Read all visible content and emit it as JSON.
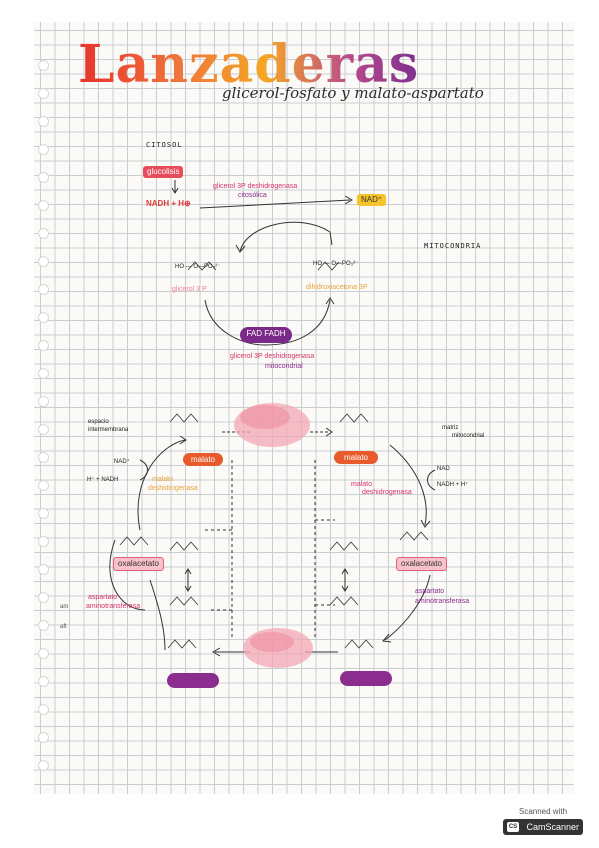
{
  "title": "Lanzaderas",
  "subtitle": "glicerol-fosfato y malato-aspartato",
  "glycerol_shuttle": {
    "cytosol_label": "CITOSOL",
    "glycolysis_label": "glucolisis",
    "nadh_label": "NADH + H⊕",
    "nad_label": "NAD⁺",
    "enzyme_top_line1": "glicerol 3P deshidrogenasa",
    "enzyme_top_line2": "citosólica",
    "mitochondria_label": "MITOCONDRIA",
    "left_molecule": "HO — O—PO₃²⁻",
    "right_molecule": "HO — O—PO₃²⁻",
    "glycerol3p_label": "glicerol 3 P",
    "dhap_label": "dihidroxiacetona 3P",
    "fad_label": "FAD FADH",
    "enzyme_bottom_line1": "glicerol 3P deshidrogenasa",
    "enzyme_bottom_line2": "mitocondrial"
  },
  "malate_aspartate_shuttle": {
    "intermembrane_line1": "espacio",
    "intermembrane_line2": "intermembrana",
    "matrix_line1": "matriz",
    "matrix_line2": "mitocondrial",
    "malate_left": "malato",
    "malate_right": "malato",
    "mdh_left_line1": "malato",
    "mdh_left_line2": "deshidrogenasa",
    "mdh_right_line1": "malato",
    "mdh_right_line2": "deshidrogenasa",
    "nad_left": "NAD⁺",
    "nadh_left": "H⁺ + NADH",
    "nad_right": "NAD",
    "nadh_right": "NADH + H⁺",
    "oxaloacetate_left": "oxalacetato",
    "oxaloacetate_right": "oxalacetato",
    "transaminase_left_line1": "aspartato",
    "transaminase_left_line2": "aminotransferasa",
    "transaminase_right_line1": "aspartato",
    "transaminase_right_line2": "aminotransferasa"
  },
  "margin_notes": [
    "am",
    "aft"
  ],
  "scanner_badge": {
    "top": "Scanned with",
    "brand": "CamScanner",
    "logo": "CS"
  },
  "colors": {
    "pink": "#d6336c",
    "purple": "#8a2d8f",
    "orange": "#e85a2b",
    "yellow": "#f5b800",
    "red_tag": "#e64c5a"
  }
}
